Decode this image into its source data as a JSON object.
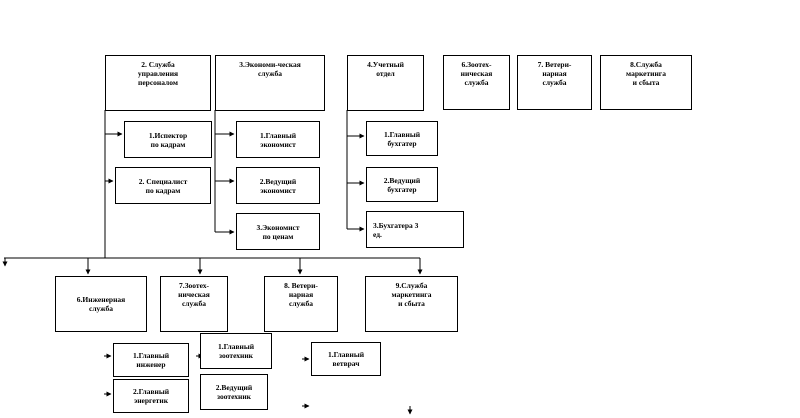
{
  "top_row": {
    "personnel": "2. Служба\nуправления\nперсоналом",
    "economic": "3.Экономи-ческая\nслужба",
    "accounting": "4.Учетный\nотдел",
    "zootech": "6.Зоотех-\nническая\nслужба",
    "veterinary": "7. Ветери-\nнарная\nслужба",
    "marketing": "8.Служба\nмаркетинга\nи сбыта"
  },
  "personnel_sub": {
    "inspector": "1.Испектор\nпо кадрам",
    "specialist": "2. Специалист\nпо кадрам"
  },
  "economic_sub": {
    "chief_economist": "1.Главный\nэкономист",
    "leading_economist": "2.Ведущий\nэкономист",
    "price_economist": "3.Экономист\nпо ценам"
  },
  "accounting_sub": {
    "chief_accountant": "1.Главный\nбухгатер",
    "leading_accountant": "2.Ведущий\nбухгатер",
    "accountants": "3.Бухгатера   3\nед."
  },
  "bottom_row": {
    "engineering": "6.Инженерная\nслужба",
    "zootech": "7.Зоотех-\nническая\nслужба",
    "veterinary": "8. Ветери-\nнарная\nслужба",
    "marketing": "9.Служба\nмаркетинга\nи сбыта"
  },
  "engineering_sub": {
    "chief_engineer": "1.Главный\nинженер",
    "chief_power_engineer": "2.Главный\nэнергетик"
  },
  "zootech_sub": {
    "chief_zootechnician": "1.Главный\nзоотехник",
    "leading_zootechnician": "2.Ведущий\nзоотехник"
  },
  "veterinary_sub": {
    "chief_vet": "1.Главный\nветврач"
  }
}
